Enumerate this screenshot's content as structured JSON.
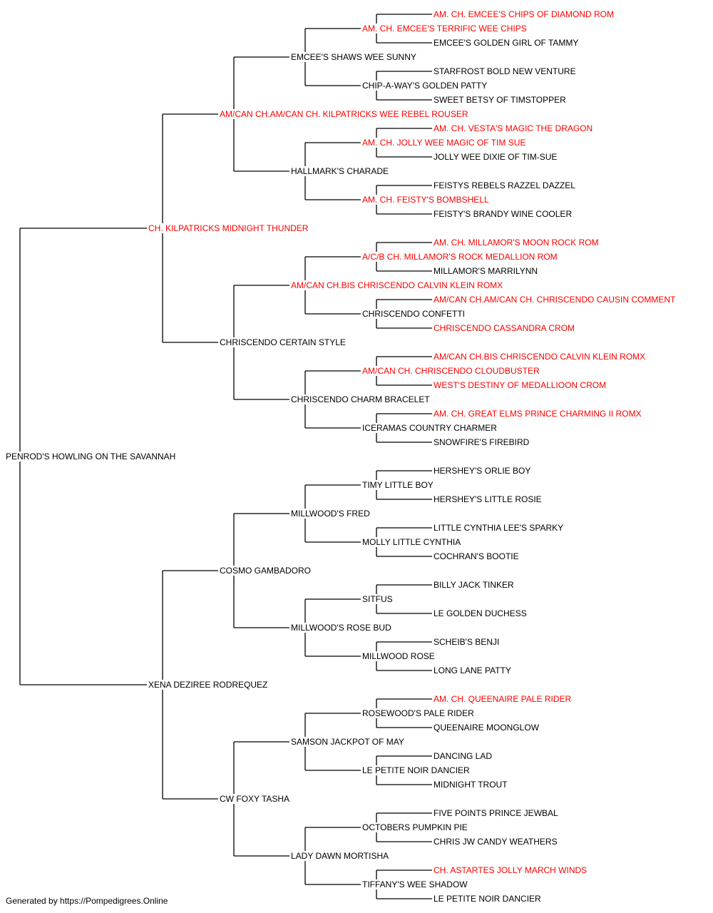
{
  "colors": {
    "champion": "#ff0000",
    "normal": "#000000",
    "line": "#000000"
  },
  "footer": "Generated by https://Pompedigrees.Online",
  "pedigree": {
    "name": "PENROD'S HOWLING ON THE SAVANNAH",
    "champion": false,
    "sire": {
      "name": "CH. KILPATRICKS MIDNIGHT THUNDER",
      "champion": true,
      "sire": {
        "name": "AM/CAN CH.AM/CAN CH. KILPATRICKS WEE REBEL ROUSER",
        "champion": true,
        "sire": {
          "name": "EMCEE'S SHAWS WEE SUNNY",
          "champion": false,
          "sire": {
            "name": "AM. CH. EMCEE'S TERRIFIC WEE CHIPS",
            "champion": true,
            "sire": {
              "name": "AM. CH. EMCEE'S CHIPS OF DIAMOND ROM",
              "champion": true
            },
            "dam": {
              "name": "EMCEE'S GOLDEN GIRL OF TAMMY",
              "champion": false
            }
          },
          "dam": {
            "name": "CHIP-A-WAY'S GOLDEN PATTY",
            "champion": false,
            "sire": {
              "name": "STARFROST BOLD NEW VENTURE",
              "champion": false
            },
            "dam": {
              "name": "SWEET BETSY OF TIMSTOPPER",
              "champion": false
            }
          }
        },
        "dam": {
          "name": "HALLMARK'S CHARADE",
          "champion": false,
          "sire": {
            "name": "AM. CH. JOLLY WEE MAGIC OF TIM SUE",
            "champion": true,
            "sire": {
              "name": "AM. CH. VESTA'S MAGIC THE DRAGON",
              "champion": true
            },
            "dam": {
              "name": "JOLLY WEE DIXIE OF TIM-SUE",
              "champion": false
            }
          },
          "dam": {
            "name": "AM. CH. FEISTY'S BOMBSHELL",
            "champion": true,
            "sire": {
              "name": "FEISTYS REBELS RAZZEL DAZZEL",
              "champion": false
            },
            "dam": {
              "name": "FEISTY'S BRANDY WINE COOLER",
              "champion": false
            }
          }
        }
      },
      "dam": {
        "name": "CHRISCENDO CERTAIN STYLE",
        "champion": false,
        "sire": {
          "name": "AM/CAN CH.BIS CHRISCENDO CALVIN KLEIN ROMX",
          "champion": true,
          "sire": {
            "name": "A/C/B CH. MILLAMOR'S ROCK MEDALLION ROM",
            "champion": true,
            "sire": {
              "name": "AM. CH. MILLAMOR'S MOON ROCK ROM",
              "champion": true
            },
            "dam": {
              "name": "MILLAMOR'S MARRILYNN",
              "champion": false
            }
          },
          "dam": {
            "name": "CHRISCENDO CONFETTI",
            "champion": false,
            "sire": {
              "name": "AM/CAN CH.AM/CAN CH. CHRISCENDO CAUSIN COMMENT",
              "champion": true
            },
            "dam": {
              "name": "CHRISCENDO CASSANDRA CROM",
              "champion": true
            }
          }
        },
        "dam": {
          "name": "CHRISCENDO CHARM BRACELET",
          "champion": false,
          "sire": {
            "name": "AM/CAN CH. CHRISCENDO CLOUDBUSTER",
            "champion": true,
            "sire": {
              "name": "AM/CAN CH.BIS CHRISCENDO CALVIN KLEIN ROMX",
              "champion": true
            },
            "dam": {
              "name": "WEST'S DESTINY OF MEDALLIOON CROM",
              "champion": true
            }
          },
          "dam": {
            "name": "ICERAMAS COUNTRY CHARMER",
            "champion": false,
            "sire": {
              "name": "AM. CH. GREAT ELMS PRINCE CHARMING II ROMX",
              "champion": true
            },
            "dam": {
              "name": "SNOWFIRE'S FIREBIRD",
              "champion": false
            }
          }
        }
      }
    },
    "dam": {
      "name": "XENA DEZIREE RODREQUEZ",
      "champion": false,
      "sire": {
        "name": "COSMO GAMBADORO",
        "champion": false,
        "sire": {
          "name": "MILLWOOD'S FRED",
          "champion": false,
          "sire": {
            "name": "TIMY LITTLE BOY",
            "champion": false,
            "sire": {
              "name": "HERSHEY'S ORLIE BOY",
              "champion": false
            },
            "dam": {
              "name": "HERSHEY'S LITTLE ROSIE",
              "champion": false
            }
          },
          "dam": {
            "name": "MOLLY LITTLE CYNTHIA",
            "champion": false,
            "sire": {
              "name": "LITTLE CYNTHIA LEE'S SPARKY",
              "champion": false
            },
            "dam": {
              "name": "COCHRAN'S BOOTIE",
              "champion": false
            }
          }
        },
        "dam": {
          "name": "MILLWOOD'S ROSE BUD",
          "champion": false,
          "sire": {
            "name": "SITFUS",
            "champion": false,
            "sire": {
              "name": "BILLY JACK TINKER",
              "champion": false
            },
            "dam": {
              "name": "LE GOLDEN DUCHESS",
              "champion": false
            }
          },
          "dam": {
            "name": "MILLWOOD ROSE",
            "champion": false,
            "sire": {
              "name": "SCHEIB'S BENJI",
              "champion": false
            },
            "dam": {
              "name": "LONG LANE PATTY",
              "champion": false
            }
          }
        }
      },
      "dam": {
        "name": "CW FOXY TASHA",
        "champion": false,
        "sire": {
          "name": "SAMSON JACKPOT OF MAY",
          "champion": false,
          "sire": {
            "name": "ROSEWOOD'S PALE RIDER",
            "champion": false,
            "sire": {
              "name": "AM. CH. QUEENAIRE PALE RIDER",
              "champion": true
            },
            "dam": {
              "name": "QUEENAIRE MOONGLOW",
              "champion": false
            }
          },
          "dam": {
            "name": "LE PETITE NOIR DANCIER",
            "champion": false,
            "sire": {
              "name": "DANCING LAD",
              "champion": false
            },
            "dam": {
              "name": "MIDNIGHT TROUT",
              "champion": false
            }
          }
        },
        "dam": {
          "name": "LADY DAWN MORTISHA",
          "champion": false,
          "sire": {
            "name": "OCTOBERS PUMPKIN PIE",
            "champion": false,
            "sire": {
              "name": "FIVE POINTS PRINCE JEWBAL",
              "champion": false
            },
            "dam": {
              "name": "CHRIS JW CANDY WEATHERS",
              "champion": false
            }
          },
          "dam": {
            "name": "TIFFANY'S WEE SHADOW",
            "champion": false,
            "sire": {
              "name": "CH. ASTARTES JOLLY MARCH WINDS",
              "champion": true
            },
            "dam": {
              "name": "LE PETITE NOIR DANCIER",
              "champion": false
            }
          }
        }
      }
    }
  }
}
